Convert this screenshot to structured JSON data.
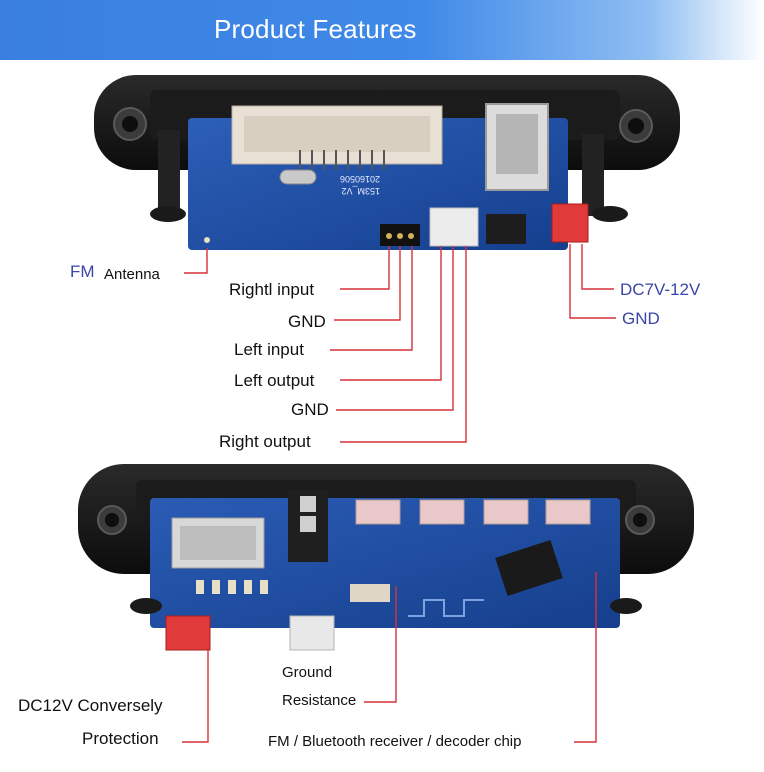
{
  "header": {
    "title": "Product Features"
  },
  "top_module": {
    "pcb_text_1": "153M_V2",
    "pcb_text_2": "20160506",
    "labels": {
      "fm": "FM",
      "antenna": "Antenna",
      "right_input": "Rightl input",
      "gnd_1": "GND",
      "left_input": "Left  input",
      "left_output": "Left output",
      "gnd_2": "GND",
      "right_output": "Right output",
      "dc_power": "DC7V-12V",
      "gnd_power": "GND"
    }
  },
  "bottom_module": {
    "labels": {
      "ground": "Ground",
      "resistance": "Resistance",
      "dc_protection_1": "DC12V Conversely",
      "dc_protection_2": "Protection",
      "chip": "FM / Bluetooth receiver / decoder chip"
    }
  },
  "colors": {
    "banner": "#3f89e8",
    "pcb": "#1c4fa8",
    "pointer_line": "#d9313a",
    "label_blue": "#3a45a6"
  }
}
